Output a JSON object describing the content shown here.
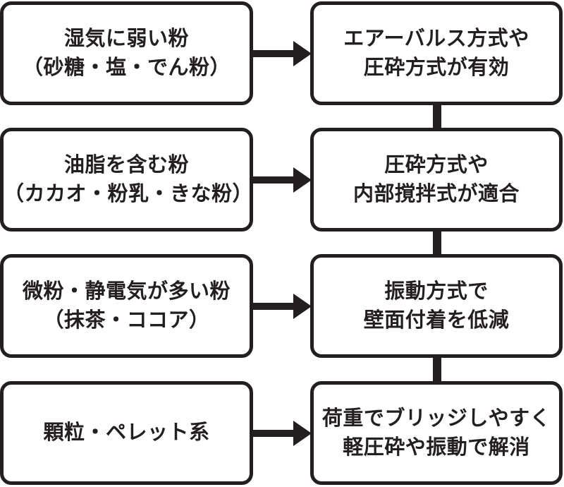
{
  "colors": {
    "ink": "#231f20",
    "box_fill": "#ffffff",
    "background": "#ffffff"
  },
  "icons": {
    "arrow": "right-arrow",
    "connector": "vertical-line"
  },
  "rows": [
    {
      "left": {
        "lines": [
          "湿気に弱い粉",
          "（砂糖・塩・でん粉）"
        ]
      },
      "right": {
        "lines": [
          "エアーバルス方式や",
          "圧砕方式が有効"
        ]
      }
    },
    {
      "left": {
        "lines": [
          "油脂を含む粉",
          "（カカオ・粉乳・きな粉）"
        ]
      },
      "right": {
        "lines": [
          "圧砕方式や",
          "内部撹拌式が適合"
        ]
      }
    },
    {
      "left": {
        "lines": [
          "微粉・静電気が多い粉",
          "（抹茶・ココア）"
        ]
      },
      "right": {
        "lines": [
          "振動方式で",
          "壁面付着を低減"
        ]
      }
    },
    {
      "left": {
        "lines": [
          "顆粒・ペレット系"
        ]
      },
      "right": {
        "lines": [
          "荷重でブリッジしやすく",
          "軽圧砕や振動で解消"
        ]
      }
    }
  ]
}
